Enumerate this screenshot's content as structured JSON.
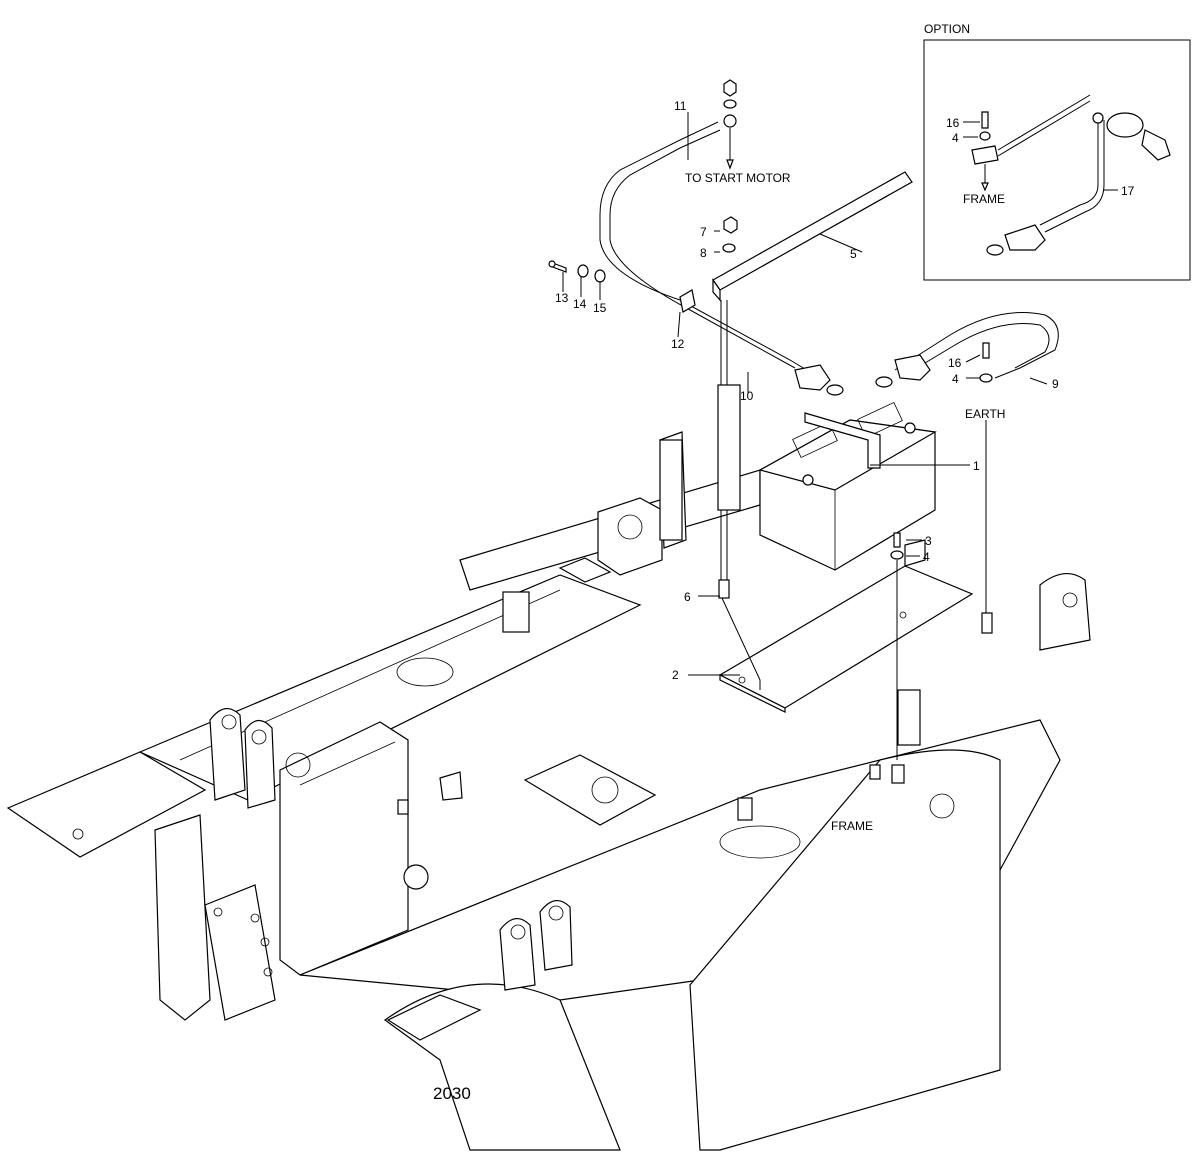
{
  "option_box": {
    "title": "OPTION",
    "frame_label": "FRAME",
    "callouts": {
      "c16": "16",
      "c4": "4",
      "c17": "17"
    }
  },
  "labels": {
    "to_start_motor": "TO START MOTOR",
    "earth": "EARTH",
    "frame": "FRAME",
    "drawing_number": "2030"
  },
  "callouts": {
    "c1": "1",
    "c2": "2",
    "c3": "3",
    "c4a": "4",
    "c4b": "4",
    "c5": "5",
    "c6": "6",
    "c7": "7",
    "c8": "8",
    "c9": "9",
    "c10": "10",
    "c11": "11",
    "c12": "12",
    "c13": "13",
    "c14": "14",
    "c15": "15",
    "c16": "16"
  }
}
